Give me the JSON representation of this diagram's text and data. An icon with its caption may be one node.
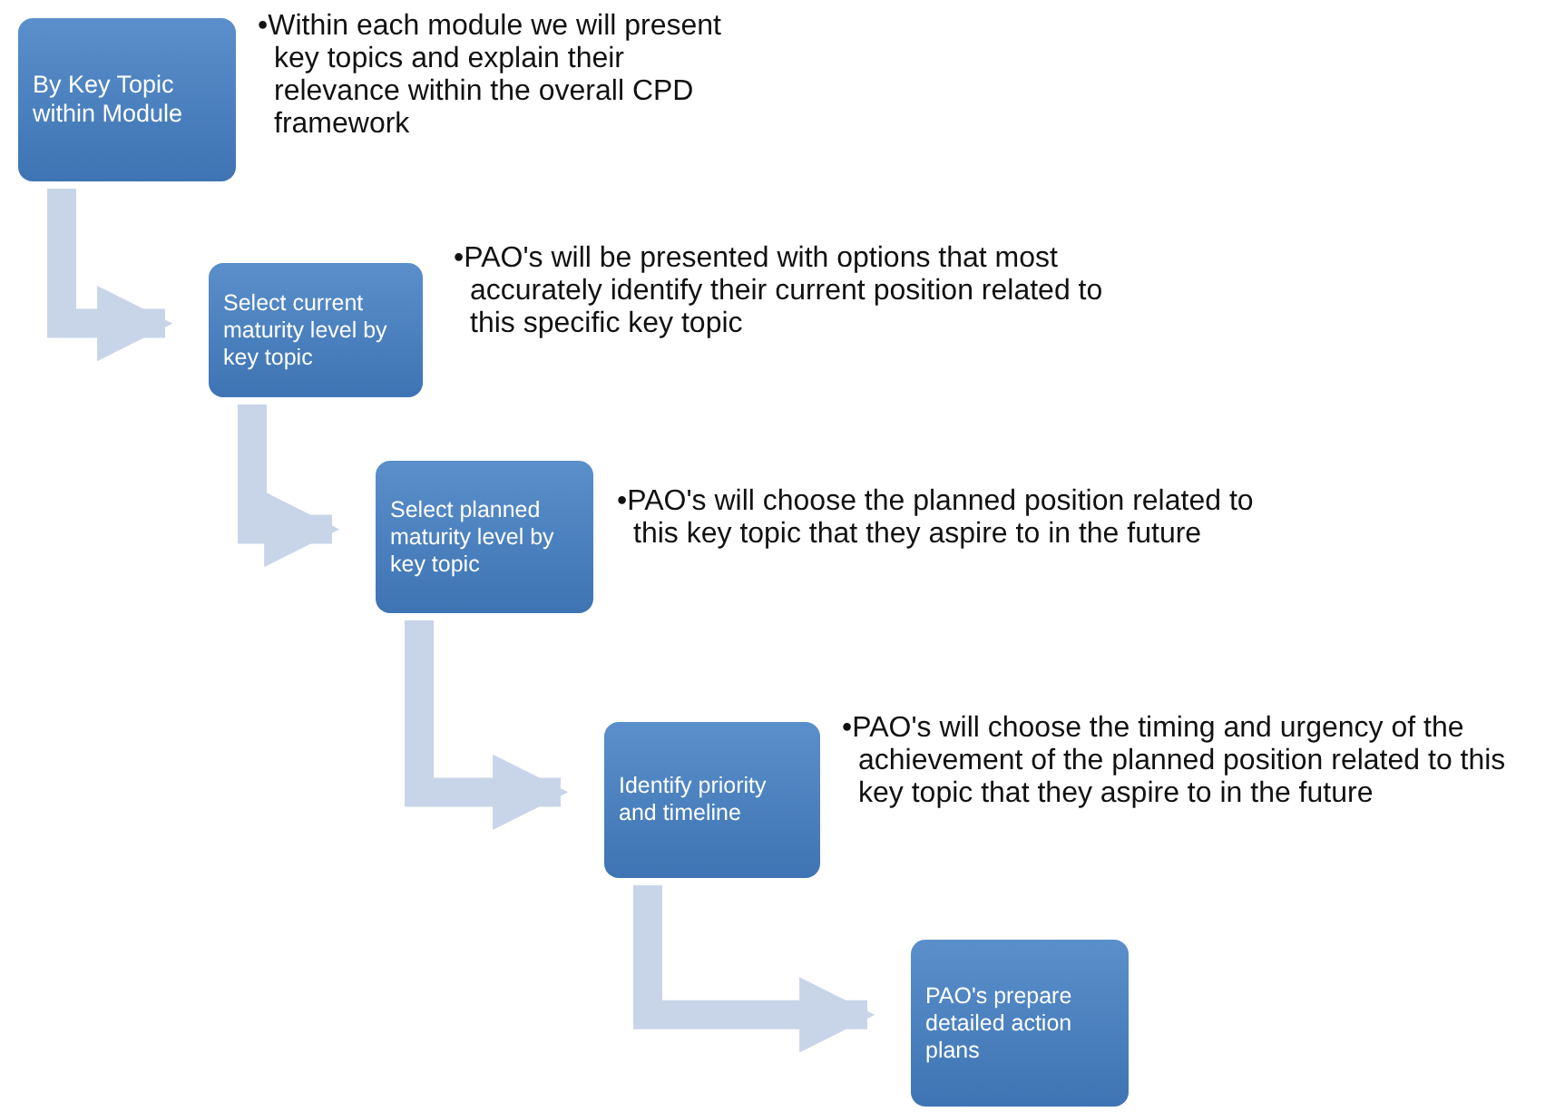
{
  "diagram": {
    "nodes": [
      {
        "text": [
          "By Key Topic within Module"
        ],
        "beside": [
          "•Within each module we will present key topics and explain their relevance within the overall CPD framework"
        ]
      },
      {
        "text": [
          "Select current maturity level by key topic"
        ],
        "beside": [
          "•PAO's will be presented with options that most accurately identify their current position related to this specific key topic"
        ]
      },
      {
        "text": [
          "Select planned maturity level by key topic"
        ],
        "beside": [
          "•PAO's will choose the planned position related to this key topic that they aspire to in the future"
        ]
      },
      {
        "text": [
          "Identify priority and timeline"
        ],
        "beside": [
          "•PAO's will choose the timing and urgency of the achievement of the planned position related to this key topic that they aspire to in the future"
        ]
      },
      {
        "text": [
          "PAO's prepare detailed action plans"
        ]
      }
    ],
    "edges": [
      {
        "from": 0,
        "to": 1,
        "arrow": "to"
      },
      {
        "from": 1,
        "to": 2,
        "arrow": "to"
      },
      {
        "from": 2,
        "to": 3,
        "arrow": "to"
      },
      {
        "from": 3,
        "to": 4,
        "arrow": "to"
      }
    ]
  }
}
